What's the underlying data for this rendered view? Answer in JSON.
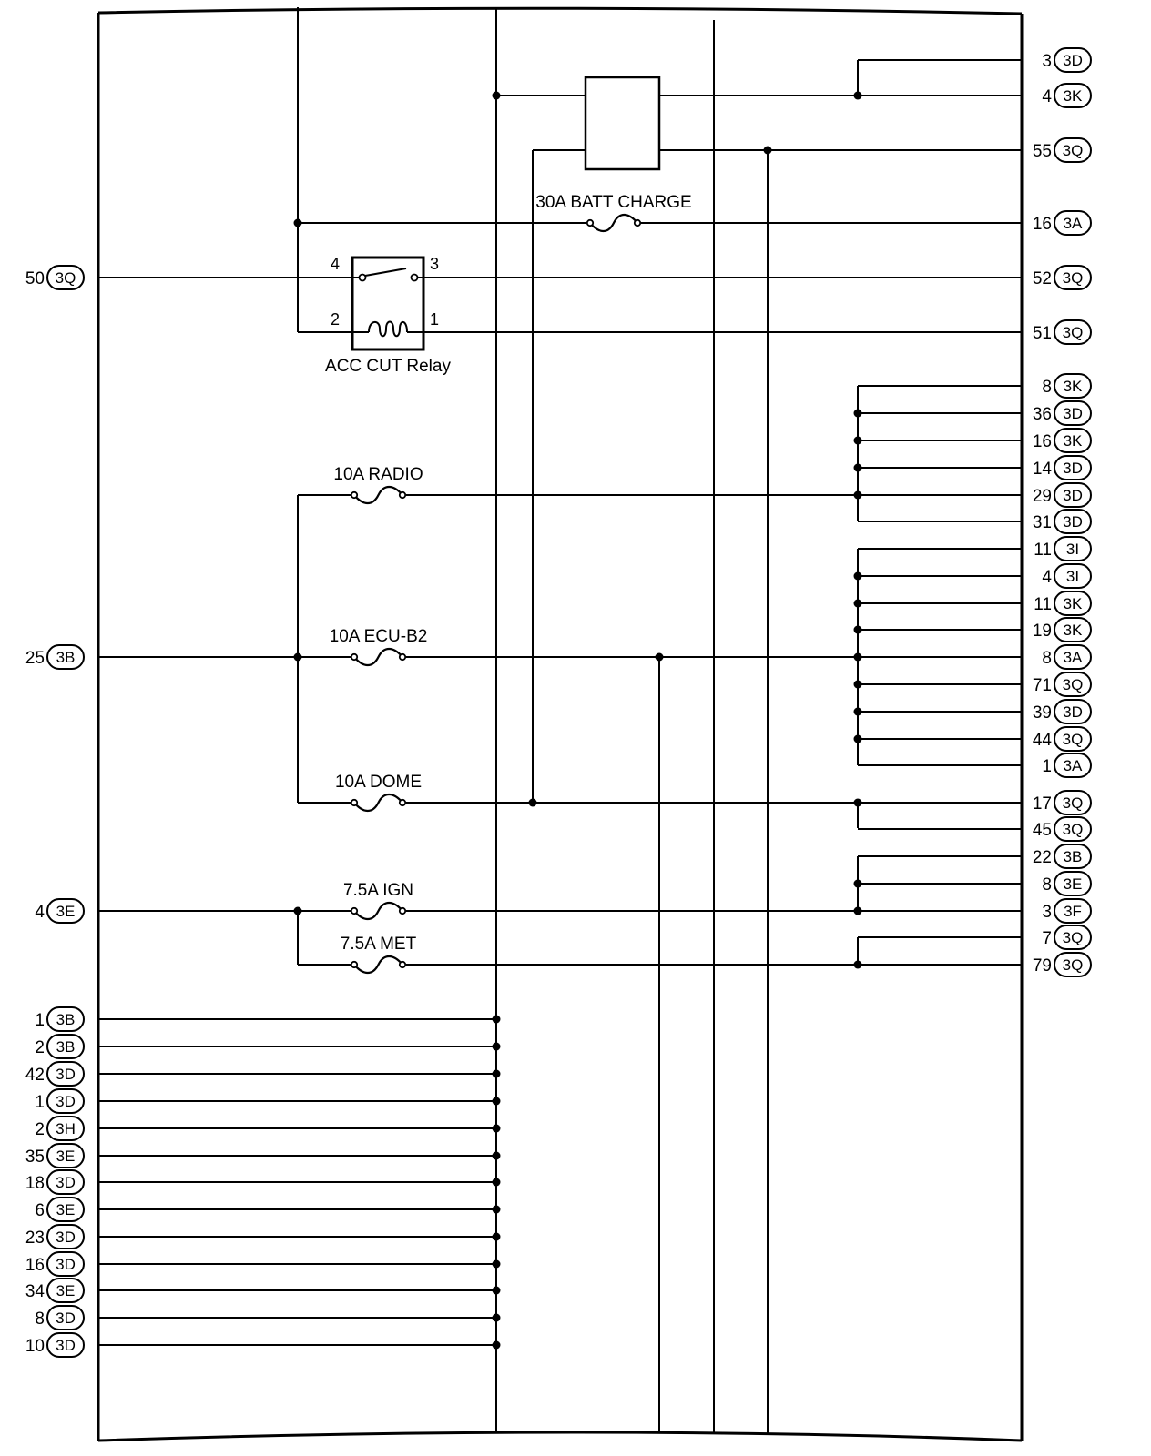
{
  "left_connectors": [
    {
      "num": "50",
      "conn": "3Q"
    },
    {
      "num": "25",
      "conn": "3B"
    },
    {
      "num": "4",
      "conn": "3E"
    },
    {
      "num": "1",
      "conn": "3B"
    },
    {
      "num": "2",
      "conn": "3B"
    },
    {
      "num": "42",
      "conn": "3D"
    },
    {
      "num": "1",
      "conn": "3D"
    },
    {
      "num": "2",
      "conn": "3H"
    },
    {
      "num": "35",
      "conn": "3E"
    },
    {
      "num": "18",
      "conn": "3D"
    },
    {
      "num": "6",
      "conn": "3E"
    },
    {
      "num": "23",
      "conn": "3D"
    },
    {
      "num": "16",
      "conn": "3D"
    },
    {
      "num": "34",
      "conn": "3E"
    },
    {
      "num": "8",
      "conn": "3D"
    },
    {
      "num": "10",
      "conn": "3D"
    }
  ],
  "right_connectors": [
    {
      "num": "3",
      "conn": "3D"
    },
    {
      "num": "4",
      "conn": "3K"
    },
    {
      "num": "55",
      "conn": "3Q"
    },
    {
      "num": "16",
      "conn": "3A"
    },
    {
      "num": "52",
      "conn": "3Q"
    },
    {
      "num": "51",
      "conn": "3Q"
    },
    {
      "num": "8",
      "conn": "3K"
    },
    {
      "num": "36",
      "conn": "3D"
    },
    {
      "num": "16",
      "conn": "3K"
    },
    {
      "num": "14",
      "conn": "3D"
    },
    {
      "num": "29",
      "conn": "3D"
    },
    {
      "num": "31",
      "conn": "3D"
    },
    {
      "num": "11",
      "conn": "3I"
    },
    {
      "num": "4",
      "conn": "3I"
    },
    {
      "num": "11",
      "conn": "3K"
    },
    {
      "num": "19",
      "conn": "3K"
    },
    {
      "num": "8",
      "conn": "3A"
    },
    {
      "num": "71",
      "conn": "3Q"
    },
    {
      "num": "39",
      "conn": "3D"
    },
    {
      "num": "44",
      "conn": "3Q"
    },
    {
      "num": "1",
      "conn": "3A"
    },
    {
      "num": "17",
      "conn": "3Q"
    },
    {
      "num": "45",
      "conn": "3Q"
    },
    {
      "num": "22",
      "conn": "3B"
    },
    {
      "num": "8",
      "conn": "3E"
    },
    {
      "num": "3",
      "conn": "3F"
    },
    {
      "num": "7",
      "conn": "3Q"
    },
    {
      "num": "79",
      "conn": "3Q"
    }
  ],
  "fuses": [
    {
      "id": "batt-charge",
      "label": "30A BATT CHARGE"
    },
    {
      "id": "radio",
      "label": "10A RADIO"
    },
    {
      "id": "ecu-b2",
      "label": "10A ECU-B2"
    },
    {
      "id": "dome",
      "label": "10A DOME"
    },
    {
      "id": "ign",
      "label": "7.5A IGN"
    },
    {
      "id": "met",
      "label": "7.5A MET"
    }
  ],
  "relay": {
    "label": "ACC CUT Relay",
    "pins": {
      "p4": "4",
      "p3": "3",
      "p2": "2",
      "p1": "1"
    }
  }
}
